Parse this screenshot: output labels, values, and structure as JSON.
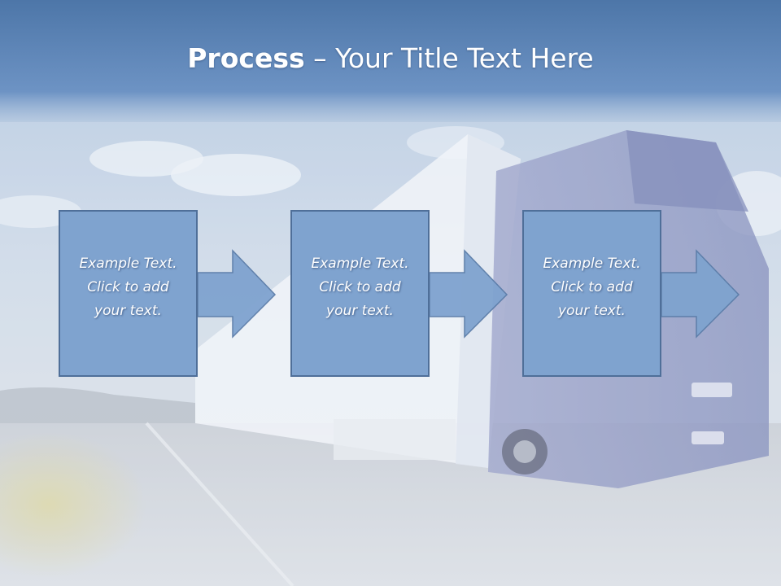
{
  "slide": {
    "title_bold": "Process",
    "title_rest": " – Your Title Text Here",
    "steps": [
      {
        "text": "Example Text.\nClick  to add\nyour text."
      },
      {
        "text": "Example Text.\nClick  to add\nyour text."
      },
      {
        "text": "Example Text.\nClick  to add\nyour text."
      }
    ]
  },
  "colors": {
    "title_bar": "#5a85ba",
    "box_fill": "#7fa3cf",
    "box_border": "#4f6f99",
    "title_text": "#ffffff"
  },
  "background_image": "photo of a blue semi-truck with white trailer driving on a highway under a cloudy sky"
}
